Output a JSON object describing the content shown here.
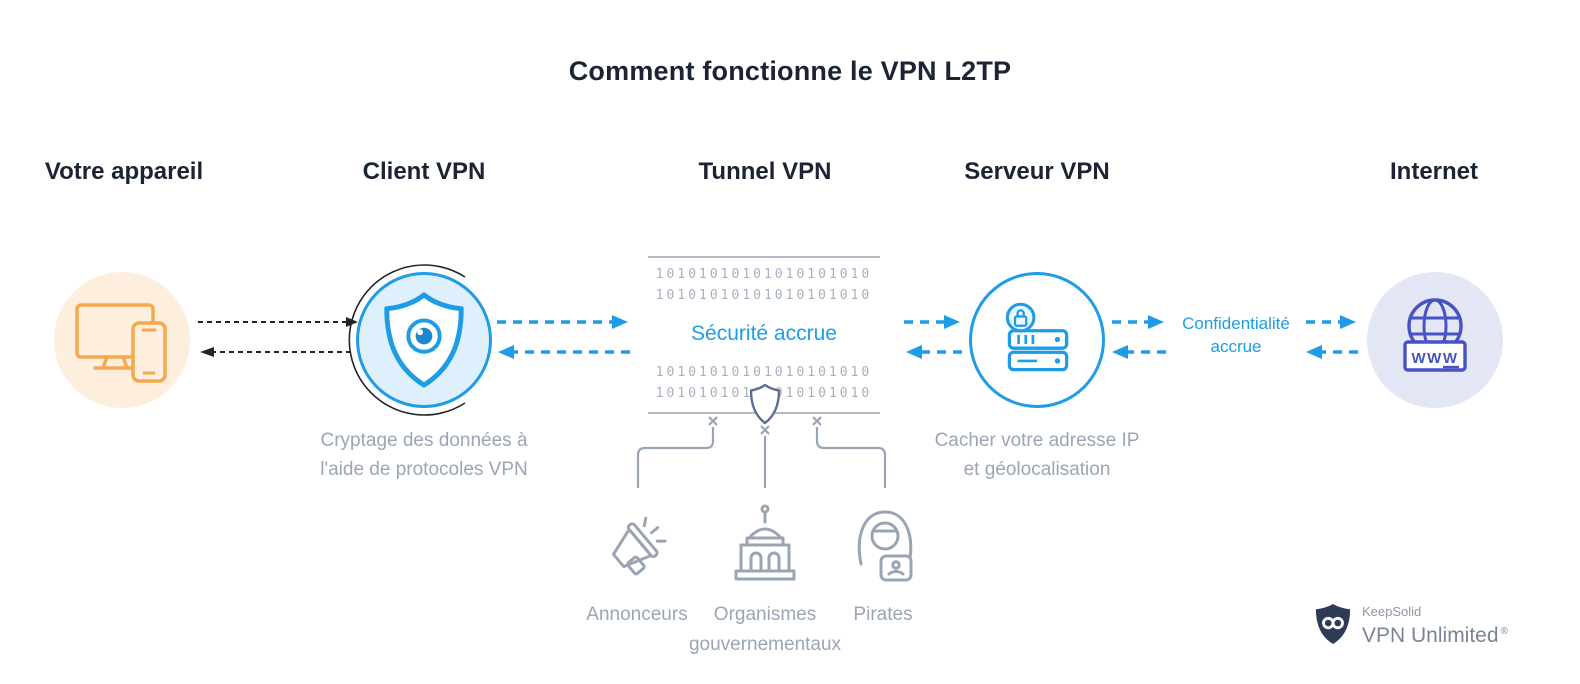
{
  "title": "Comment fonctionne le VPN L2TP",
  "stages": {
    "device": {
      "label": "Votre appareil"
    },
    "client": {
      "label": "Client VPN",
      "caption_line1": "Cryptage des données à",
      "caption_line2": "l'aide de protocoles VPN"
    },
    "tunnel": {
      "label": "Tunnel VPN",
      "security_text": "Sécurité accrue",
      "binary_row": "10101010101010101010"
    },
    "server": {
      "label": "Serveur VPN",
      "caption_line1": "Cacher votre adresse IP",
      "caption_line2": "et géolocalisation"
    },
    "internet": {
      "label": "Internet"
    }
  },
  "link_label": {
    "line1": "Confidentialité",
    "line2": "accrue"
  },
  "threats": {
    "advertisers": {
      "label": "Annonceurs"
    },
    "government": {
      "line1": "Organismes",
      "line2": "gouvernementaux"
    },
    "hackers": {
      "label": "Pirates"
    }
  },
  "icons": {
    "globe_text": "WWW"
  },
  "logo": {
    "company": "KeepSolid",
    "product": "VPN Unlimited",
    "registered": "®"
  },
  "colors": {
    "accent_blue": "#1e9ce5",
    "orange": "#f5a94f",
    "indigo": "#4753c5",
    "gray": "#9aa5b3",
    "dark_text": "#1a2433",
    "logo_navy": "#2e3b55",
    "device_circle_bg": "#fdeedd",
    "client_circle_bg": "#ddf0fc",
    "internet_circle_bg": "#e3e6f5"
  }
}
